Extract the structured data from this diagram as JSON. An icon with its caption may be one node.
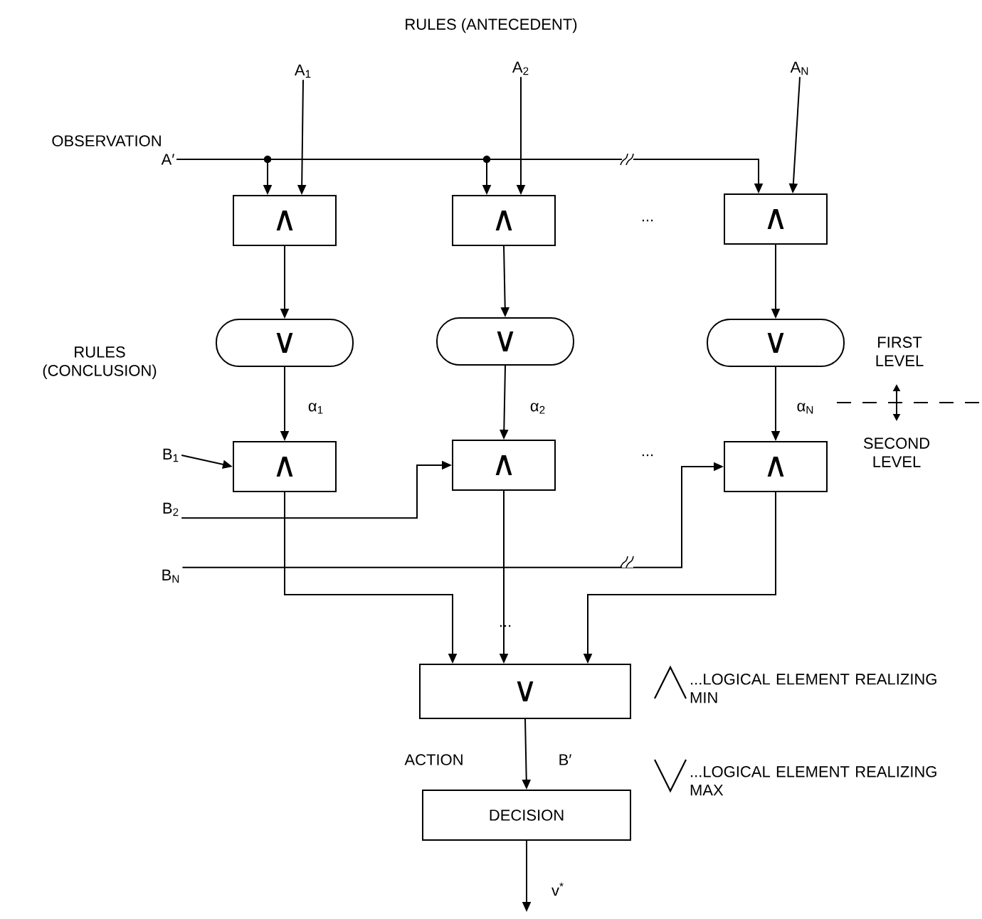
{
  "diagram": {
    "nodes": [
      {
        "text": [
          "A$_{1}$"
        ]
      },
      {
        "text": [
          "A$_{2}$"
        ]
      },
      {
        "text": [
          "A$_{N}$"
        ]
      },
      {
        "text": [
          "A′"
        ],
        "beside": [
          "OBSERVATION"
        ]
      },
      {
        "text": [
          "∧"
        ]
      },
      {
        "text": [
          "∧"
        ]
      },
      {
        "text": [
          "∧"
        ]
      },
      {
        "text": [
          "∨"
        ]
      },
      {
        "text": [
          "∨"
        ]
      },
      {
        "text": [
          "∨"
        ]
      },
      {
        "text": [
          "B$_{1}$"
        ]
      },
      {
        "text": [
          "B$_{2}$"
        ]
      },
      {
        "text": [
          "B$_{N}$"
        ]
      },
      {
        "text": [
          "∧"
        ]
      },
      {
        "text": [
          "∧"
        ]
      },
      {
        "text": [
          "∧"
        ]
      },
      {
        "text": [
          "∨"
        ]
      },
      {
        "text": [
          "DECISION"
        ]
      }
    ],
    "edges": [
      {
        "from": 0,
        "to": 4,
        "arrow": "to"
      },
      {
        "from": 1,
        "to": 5,
        "arrow": "to"
      },
      {
        "from": 2,
        "to": 6,
        "arrow": "to"
      },
      {
        "from": 3,
        "to": 4,
        "arrow": "to"
      },
      {
        "from": 3,
        "to": 5,
        "arrow": "to"
      },
      {
        "from": 3,
        "to": 6,
        "arrow": "to"
      },
      {
        "from": 4,
        "to": 7,
        "arrow": "to"
      },
      {
        "from": 5,
        "to": 8,
        "arrow": "to"
      },
      {
        "from": 6,
        "to": 9,
        "arrow": "to"
      },
      {
        "from": 7,
        "to": 13,
        "arrow": "to",
        "label": "α$_{1}$"
      },
      {
        "from": 8,
        "to": 14,
        "arrow": "to",
        "label": "α$_{2}$"
      },
      {
        "from": 9,
        "to": 15,
        "arrow": "to",
        "label": "α$_{N}$"
      },
      {
        "from": 10,
        "to": 13,
        "arrow": "to"
      },
      {
        "from": 11,
        "to": 14,
        "arrow": "to"
      },
      {
        "from": 12,
        "to": 15,
        "arrow": "to"
      },
      {
        "from": 13,
        "to": 16,
        "arrow": "to"
      },
      {
        "from": 14,
        "to": 16,
        "arrow": "to"
      },
      {
        "from": 15,
        "to": 16,
        "arrow": "to"
      },
      {
        "from": 16,
        "to": 17,
        "arrow": "to",
        "label": "B′"
      },
      {
        "from": 17,
        "to": null,
        "arrow": "to",
        "label": "v$^{*}$"
      }
    ],
    "labels": [
      "RULES (ANTECEDENT)",
      "RULES (CONCLUSION)",
      "FIRST LEVEL",
      "SECOND LEVEL",
      "...",
      "...",
      "...",
      "ACTION"
    ],
    "legend": [
      {
        "text": "...LOGICAL ELEMENT REALIZING MIN"
      },
      {
        "text": "...LOGICAL ELEMENT REALIZING MAX"
      }
    ]
  }
}
